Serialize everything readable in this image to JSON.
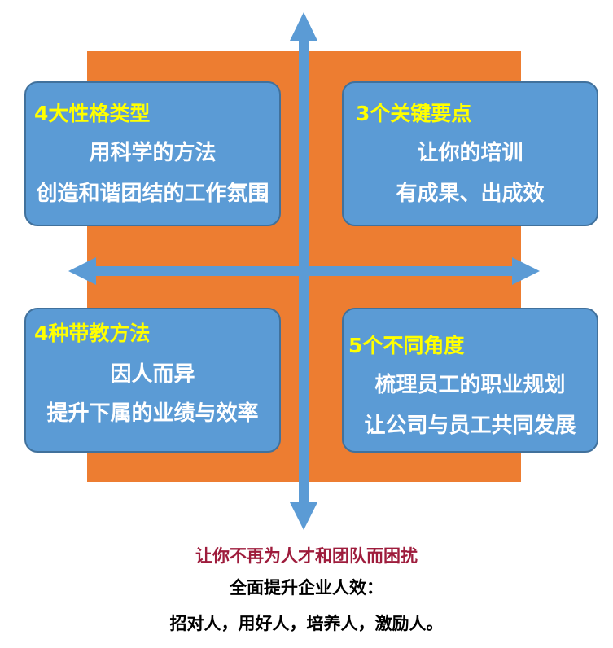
{
  "colors": {
    "orange": "#ed7d31",
    "box_fill": "#5b9bd5",
    "box_border": "#41719c",
    "arrow": "#5b9bd5",
    "title_text": "#ffff00",
    "body_text": "#ffffff",
    "tagline": "#9e1c3c",
    "footer_text": "#000000"
  },
  "quadrants": [
    {
      "title": "4大性格类型",
      "lines": [
        "用科学的方法",
        "创造和谐团结的工作氛围"
      ]
    },
    {
      "title": "3个关键要点",
      "lines": [
        "让你的培训",
        "有成果、出成效"
      ]
    },
    {
      "title": "4种带教方法",
      "lines": [
        "因人而异",
        "提升下属的业绩与效率"
      ]
    },
    {
      "title": "5个不同角度",
      "lines": [
        "梳理员工的职业规划",
        "让公司与员工共同发展"
      ]
    }
  ],
  "footer": {
    "tagline": "让你不再为人才和团队而困扰",
    "heading": "全面提升企业人效：",
    "summary": "招对人，用好人，培养人，激励人。"
  }
}
